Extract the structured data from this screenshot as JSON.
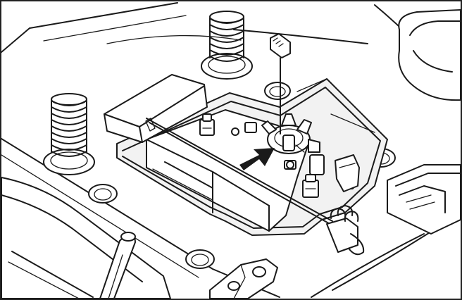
{
  "diagram": {
    "kind": "line-art illustration",
    "components": [
      "left-compression-spring",
      "center-compression-spring",
      "battery-tray",
      "battery-pack",
      "spark-plug-connector",
      "wire-spring-clip",
      "pointer-arrow"
    ],
    "colors": {
      "line": "#1a1a1a",
      "background": "#ffffff",
      "arrow": "#1a1a1a"
    }
  }
}
